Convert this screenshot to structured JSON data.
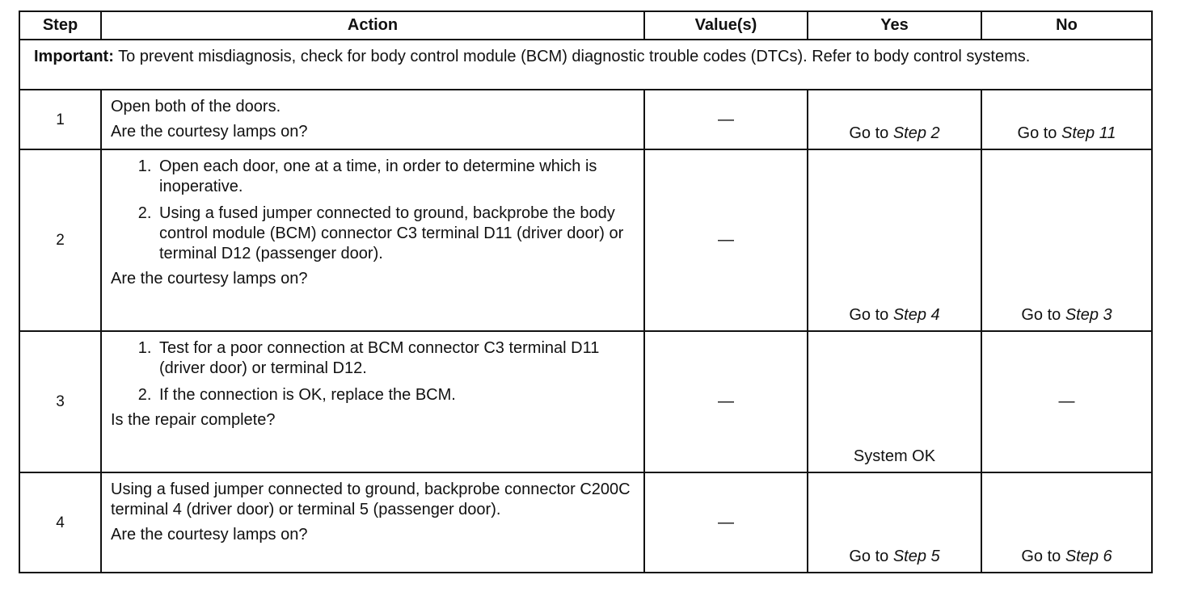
{
  "headers": {
    "step": "Step",
    "action": "Action",
    "values": "Value(s)",
    "yes": "Yes",
    "no": "No"
  },
  "important": {
    "label": "Important:",
    "text": " To prevent misdiagnosis, check for body control module (BCM) diagnostic trouble codes (DTCs). Refer to body control systems."
  },
  "rows": [
    {
      "step": "1",
      "paragraph": "Open both of the doors.",
      "question": "Are the courtesy lamps on?",
      "value": "—",
      "yes_prefix": "Go to ",
      "yes_step": "Step 2",
      "no_prefix": "Go to ",
      "no_step": "Step 11"
    },
    {
      "step": "2",
      "items": [
        "Open each door, one at a time, in order to determine which is inoperative.",
        "Using a fused jumper connected to ground, backprobe the body control module (BCM) connector C3 terminal D11 (driver door) or terminal D12 (passenger door)."
      ],
      "question": "Are the courtesy lamps on?",
      "value": "—",
      "yes_prefix": "Go to ",
      "yes_step": "Step 4",
      "no_prefix": "Go to ",
      "no_step": "Step 3"
    },
    {
      "step": "3",
      "items": [
        "Test for a poor connection at BCM connector C3 terminal D11 (driver door) or terminal D12.",
        "If the connection is OK, replace the BCM."
      ],
      "question": "Is the repair complete?",
      "value": "—",
      "yes_text": "System OK",
      "no_text": "—"
    },
    {
      "step": "4",
      "paragraph": "Using a fused jumper connected to ground, backprobe connector C200C terminal 4 (driver door) or terminal 5 (passenger door).",
      "question": "Are the courtesy lamps on?",
      "value": "—",
      "yes_prefix": "Go to ",
      "yes_step": "Step 5",
      "no_prefix": "Go to ",
      "no_step": "Step 6"
    }
  ]
}
